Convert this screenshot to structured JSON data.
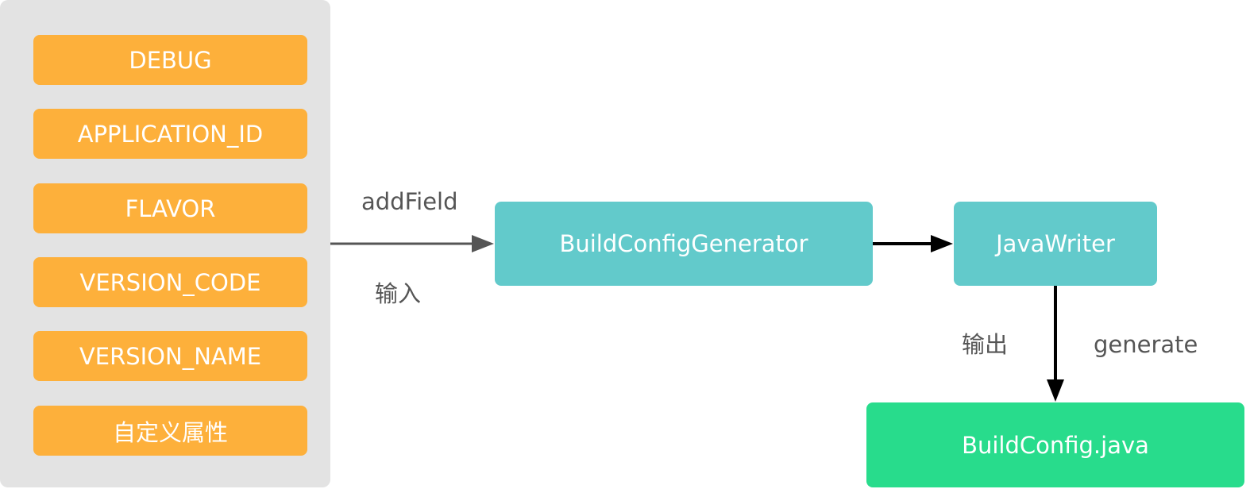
{
  "colors": {
    "panel": "#e3e3e3",
    "field": "#fdb03b",
    "generator": "#62cacb",
    "writer": "#62cacb",
    "output": "#28dc8c",
    "arrow_input": "#555555",
    "arrow_main": "#000000",
    "label_text": "#555555"
  },
  "fields": [
    {
      "label": "DEBUG"
    },
    {
      "label": "APPLICATION_ID"
    },
    {
      "label": "FLAVOR"
    },
    {
      "label": "VERSION_CODE"
    },
    {
      "label": "VERSION_NAME"
    },
    {
      "label": "自定义属性"
    }
  ],
  "nodes": {
    "generator": "BuildConfigGenerator",
    "writer": "JavaWriter",
    "output": "BuildConfig.java"
  },
  "edges": {
    "input_top_label": "addField",
    "input_bottom_label": "输入",
    "output_left_label": "输出",
    "output_right_label": "generate"
  }
}
